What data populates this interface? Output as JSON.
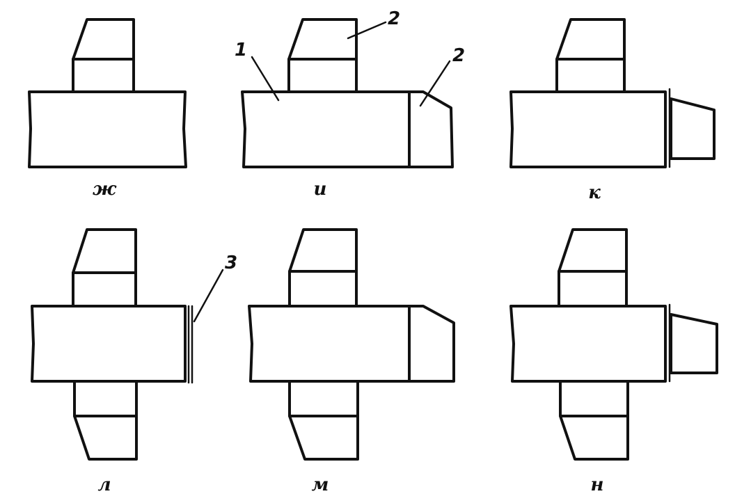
{
  "figures": [
    {
      "caption": "ж"
    },
    {
      "caption": "и"
    },
    {
      "caption": "к"
    },
    {
      "caption": "л"
    },
    {
      "caption": "м"
    },
    {
      "caption": "н"
    }
  ],
  "callouts": {
    "part_1": "1",
    "part_2_top": "2",
    "part_2_side": "2",
    "part_3": "3"
  },
  "colors": {
    "ink": "#111111",
    "paper": "#ffffff"
  }
}
